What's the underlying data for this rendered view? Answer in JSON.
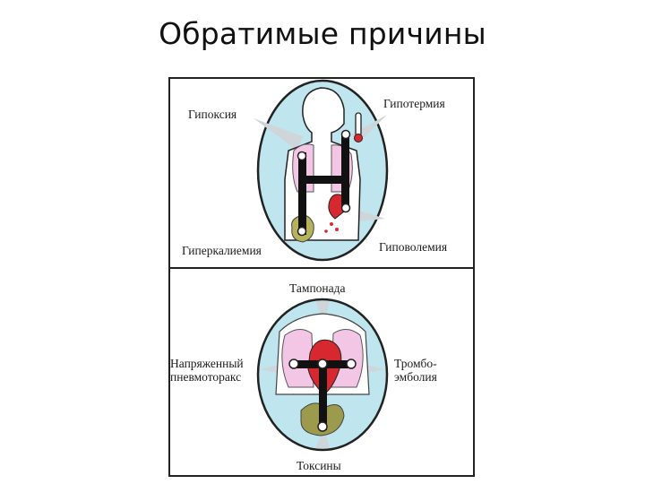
{
  "title": "Обратимые причины",
  "top_panel": {
    "labels": {
      "hypoxia": "Гипоксия",
      "hypothermia": "Гипотермия",
      "hyperkalemia": "Гиперкалиемия",
      "hypovolemia": "Гиповолемия"
    }
  },
  "bottom_panel": {
    "labels": {
      "tamponade": "Тампонада",
      "pneumothorax": "Напряженный\nпневмоторакс",
      "thromboembolism": "Тромбо-\nэмболия",
      "toxins": "Токсины"
    }
  },
  "colors": {
    "oval_fill": "#bfe6ee",
    "oval_stroke": "#222222",
    "lungs": "#f3c6e6",
    "heart": "#d7282f",
    "kidney": "#b6b35a",
    "stomach": "#9c9a4c",
    "bar": "#111111"
  }
}
